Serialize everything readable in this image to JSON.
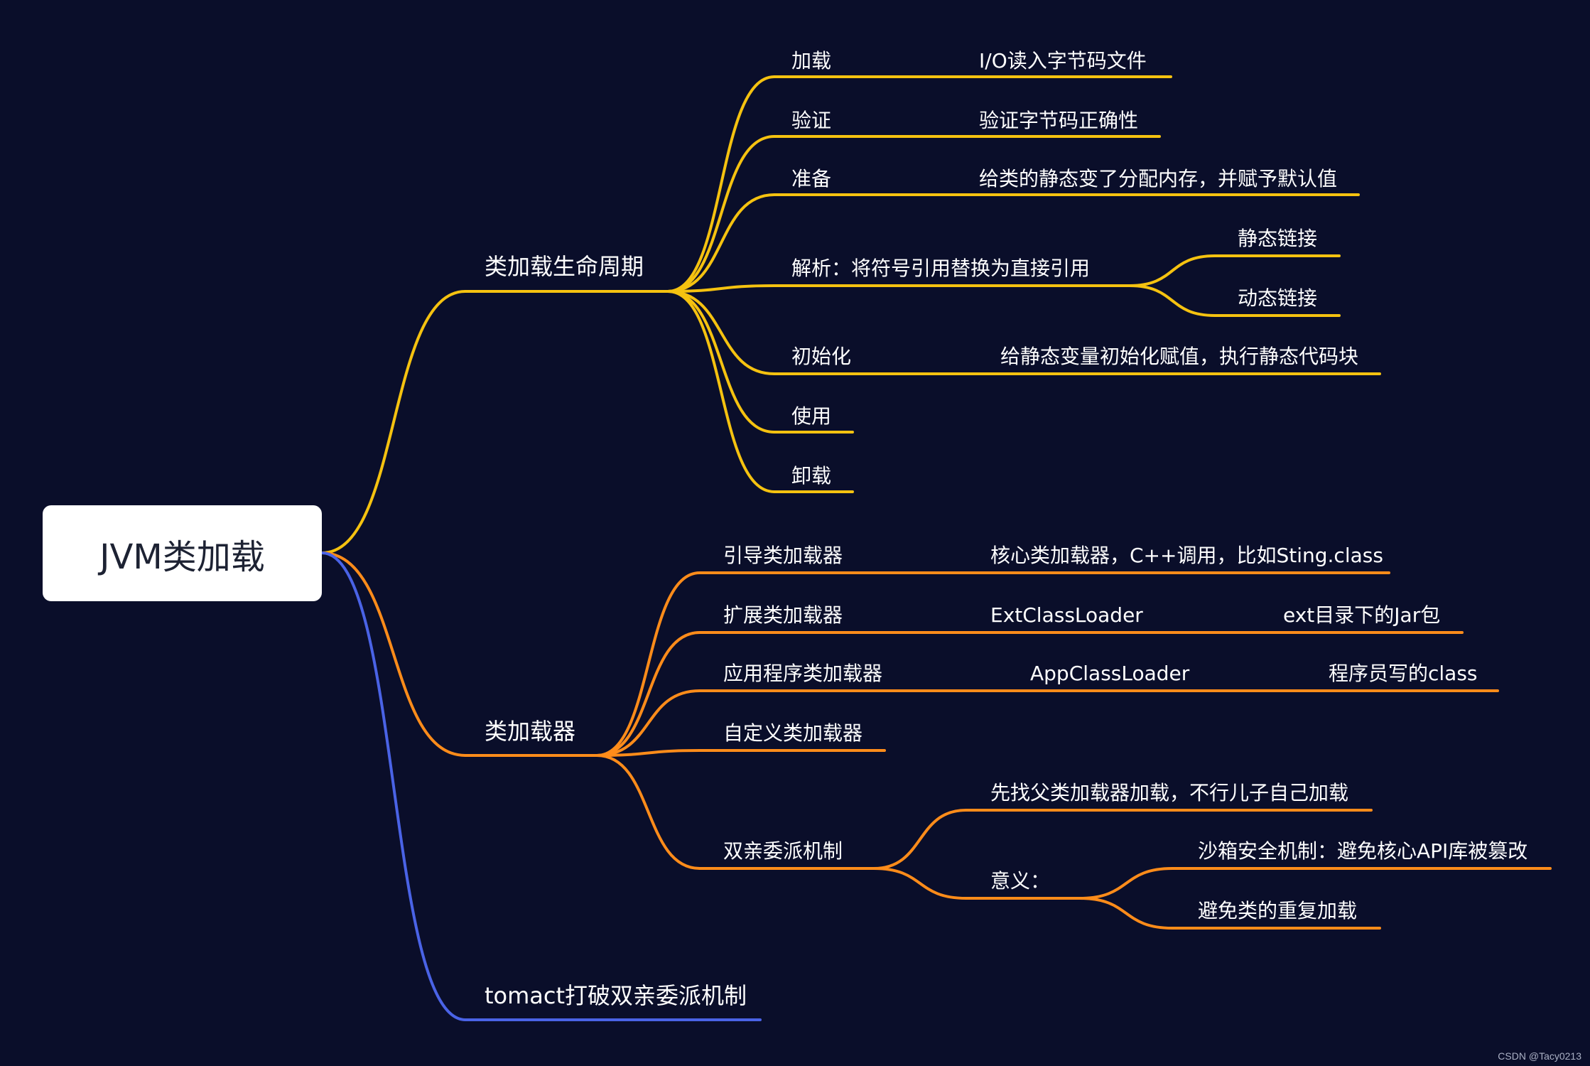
{
  "root": {
    "label": "JVM类加载"
  },
  "colors": {
    "background": "#0a0e2a",
    "lifecycle": "#f5c210",
    "loader": "#ff8c1a",
    "tomcat": "#4a63e6",
    "root_bg": "#ffffff"
  },
  "lifecycle": {
    "label": "类加载生命周期",
    "loading": {
      "label": "加载",
      "detail": "I/O读入字节码文件"
    },
    "verification": {
      "label": "验证",
      "detail": "验证字节码正确性"
    },
    "preparation": {
      "label": "准备",
      "detail": "给类的静态变了分配内存，并赋予默认值"
    },
    "resolution": {
      "label": "解析：将符号引用替换为直接引用",
      "static_link": "静态链接",
      "dynamic_link": "动态链接"
    },
    "initialization": {
      "label": "初始化",
      "detail": "给静态变量初始化赋值，执行静态代码块"
    },
    "using": {
      "label": "使用"
    },
    "unloading": {
      "label": "卸载"
    }
  },
  "loaders": {
    "label": "类加载器",
    "bootstrap": {
      "label": "引导类加载器",
      "detail": "核心类加载器，C++调用，比如Sting.class"
    },
    "extension": {
      "label": "扩展类加载器",
      "class_name": "ExtClassLoader",
      "detail": "ext目录下的Jar包"
    },
    "application": {
      "label": "应用程序类加载器",
      "class_name": "AppClassLoader",
      "detail": "程序员写的class"
    },
    "custom": {
      "label": "自定义类加载器"
    },
    "delegation": {
      "label": "双亲委派机制",
      "rule": "先找父类加载器加载，不行儿子自己加载",
      "meaning": {
        "label": "意义：",
        "sandbox": "沙箱安全机制：避免核心API库被篡改",
        "no_duplicate": "避免类的重复加载"
      }
    }
  },
  "tomcat": {
    "label": "tomact打破双亲委派机制"
  },
  "watermark": "CSDN @Tacy0213"
}
